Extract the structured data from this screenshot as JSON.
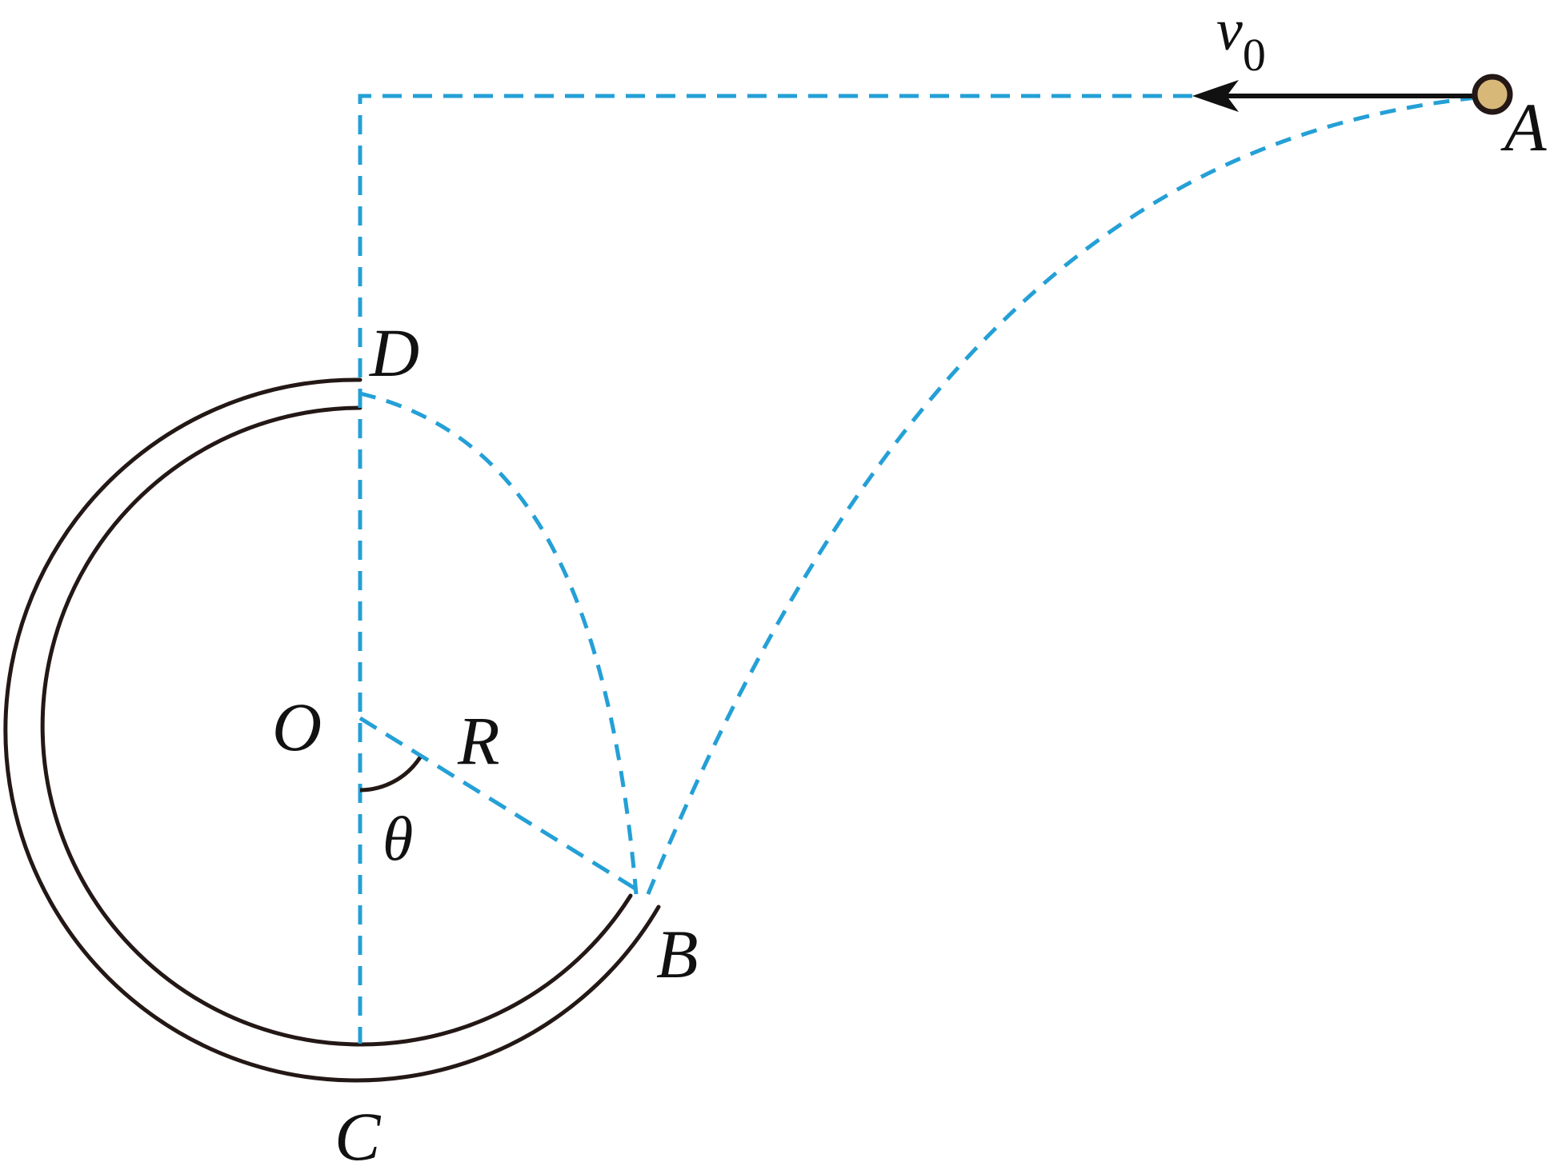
{
  "colors": {
    "track": "#231815",
    "dashed": "#24a0d6",
    "arrow": "#111111",
    "ball_fill": "#d8b878",
    "ball_stroke": "#231815"
  },
  "labels": {
    "A": "A",
    "B": "B",
    "C": "C",
    "D": "D",
    "O": "O",
    "R": "R",
    "theta": "θ",
    "v": "v",
    "v_sub": "0"
  }
}
